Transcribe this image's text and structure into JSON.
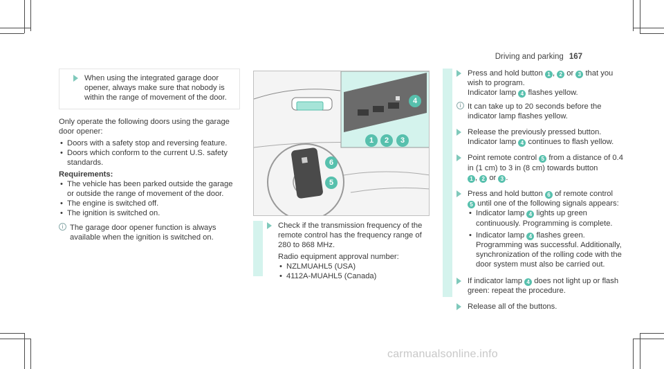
{
  "header": {
    "section": "Driving and parking",
    "page": "167"
  },
  "col1": {
    "warning": "When using the integrated garage door opener, always make sure that nobody is within the range of movement of the door.",
    "intro": "Only operate the following doors using the garage door opener:",
    "door_types": [
      "Doors with a safety stop and reversing feature.",
      "Doors which conform to the current U.S. safety standards."
    ],
    "req_heading": "Requirements:",
    "requirements": [
      "The vehicle has been parked outside the garage or outside the range of movement of the door.",
      "The engine is switched off.",
      "The ignition is switched on."
    ],
    "note": "The garage door opener function is always available when the ignition is switched on."
  },
  "col2": {
    "step1": "Check if the transmission frequency of the remote control has the frequency range of 280 to 868 MHz.",
    "radio_label": "Radio equipment approval number:",
    "radio_numbers": [
      "NZLMUAHL5 (USA)",
      "4112A-MUAHL5 (Canada)"
    ]
  },
  "col3": {
    "s1a": "Press and hold button",
    "s1b": "or",
    "s1c": "that you wish to program.",
    "s1d": "Indicator lamp",
    "s1e": "flashes yellow.",
    "tip_a": "It can take up to 20 seconds before the indicator lamp flashes yellow.",
    "s2a": "Release the previously pressed button.",
    "s2b": "Indicator lamp",
    "s2c": "continues to flash yellow.",
    "s3a": "Point remote control",
    "s3b": "from a distance of 0.4 in (1 cm) to 3 in (8 cm) towards button",
    "s3c": "or",
    "s4a": "Press and hold button",
    "s4b": "of remote control",
    "s4c": "until one of the following signals appears:",
    "s4_b1a": "Indicator lamp",
    "s4_b1b": "lights up green continuously. Programming is complete.",
    "s4_b2a": "Indicator lamp",
    "s4_b2b": "flashes green. Programming was successful. Additionally, synchronization of the rolling code with the door system must also be carried out.",
    "s5a": "If indicator lamp",
    "s5b": "does not light up or flash green: repeat the procedure.",
    "s6": "Release all of the buttons."
  },
  "markers": {
    "n1": "1",
    "n2": "2",
    "n3": "3",
    "n4": "4",
    "n5": "5",
    "n6": "6"
  },
  "tip_symbol": "i",
  "footer": "carmanualsonline.info",
  "colors": {
    "accent": "#57c0ad",
    "note_bg": "#e6f8f4"
  }
}
